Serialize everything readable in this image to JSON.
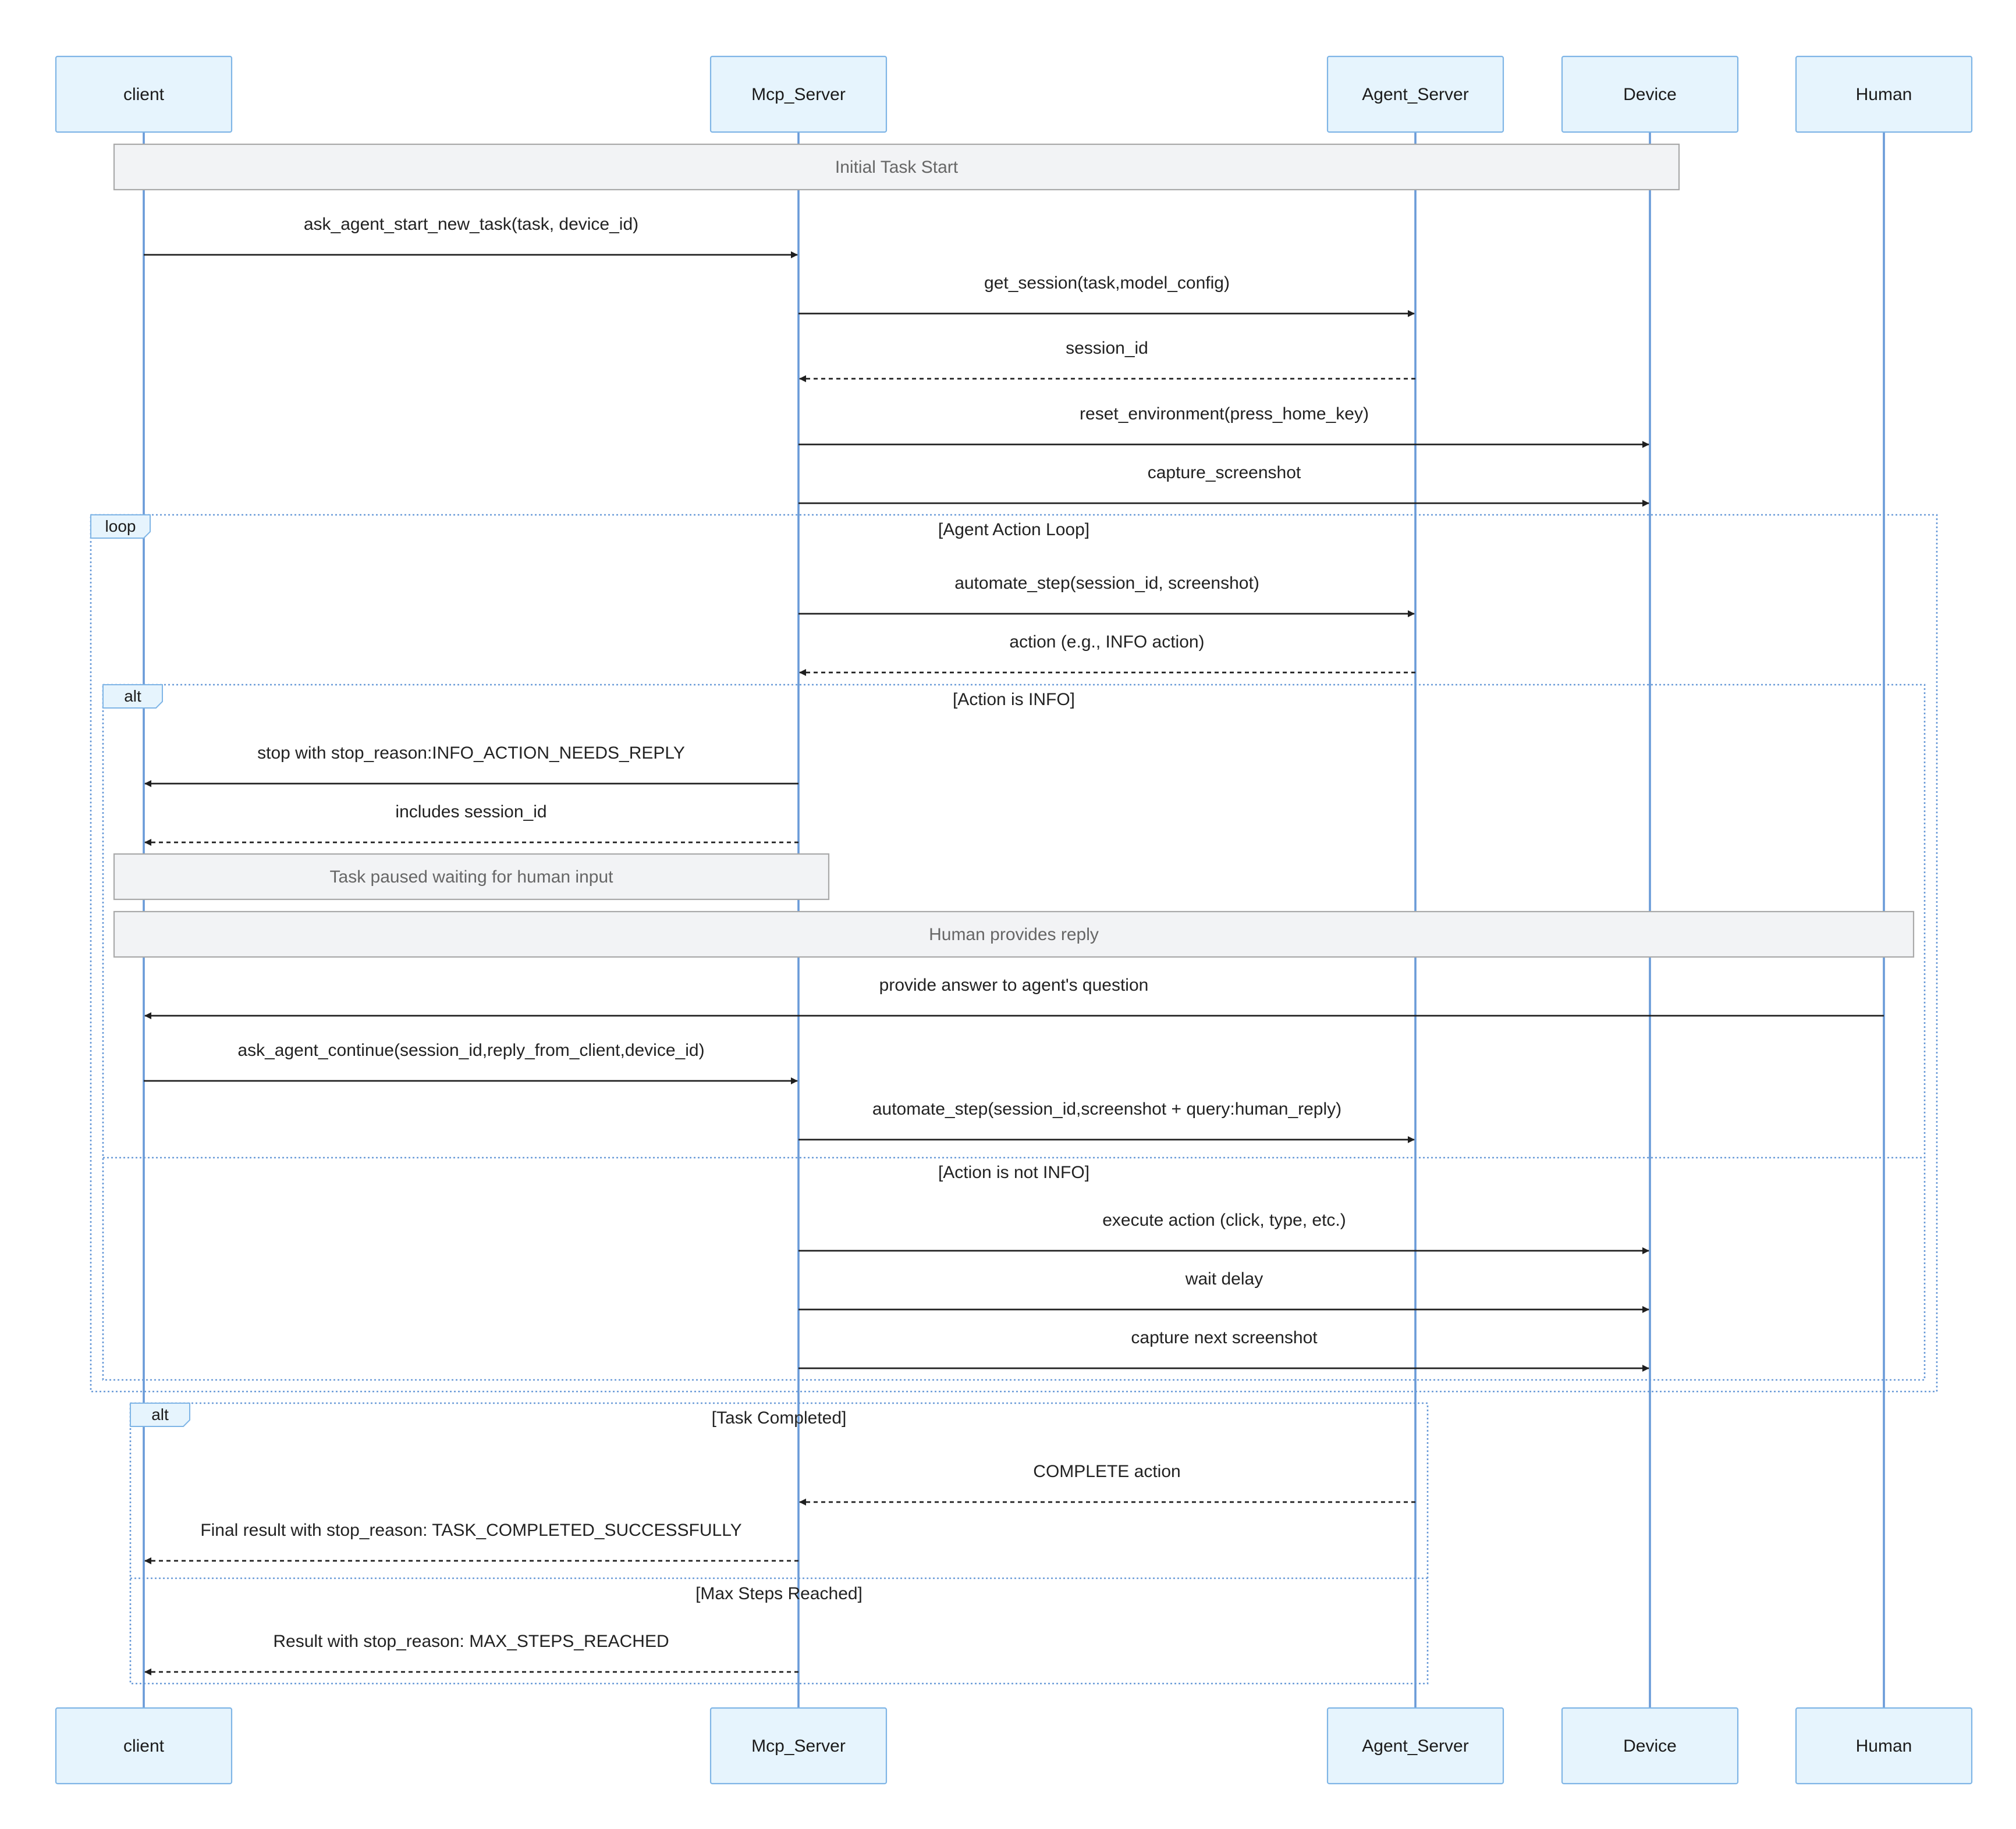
{
  "actors": [
    {
      "id": "client",
      "label": "client"
    },
    {
      "id": "mcp",
      "label": "Mcp_Server"
    },
    {
      "id": "agent",
      "label": "Agent_Server"
    },
    {
      "id": "device",
      "label": "Device"
    },
    {
      "id": "human",
      "label": "Human"
    }
  ],
  "notes": [
    {
      "id": "n1",
      "text": "Initial Task Start",
      "from": "client",
      "to": "device"
    },
    {
      "id": "n2",
      "text": "Task paused waiting for human input",
      "from": "client",
      "to": "mcp"
    },
    {
      "id": "n3",
      "text": "Human provides reply",
      "from": "client",
      "to": "human"
    }
  ],
  "messages": [
    {
      "id": "m1",
      "from": "client",
      "to": "mcp",
      "text": "ask_agent_start_new_task(task, device_id)",
      "dashed": false
    },
    {
      "id": "m2",
      "from": "mcp",
      "to": "agent",
      "text": "get_session(task,model_config)",
      "dashed": false
    },
    {
      "id": "m3",
      "from": "agent",
      "to": "mcp",
      "text": "session_id",
      "dashed": true
    },
    {
      "id": "m4",
      "from": "mcp",
      "to": "device",
      "text": "reset_environment(press_home_key)",
      "dashed": false
    },
    {
      "id": "m5",
      "from": "mcp",
      "to": "device",
      "text": "capture_screenshot",
      "dashed": false
    },
    {
      "id": "m6",
      "from": "mcp",
      "to": "agent",
      "text": "automate_step(session_id, screenshot)",
      "dashed": false
    },
    {
      "id": "m7",
      "from": "agent",
      "to": "mcp",
      "text": "action (e.g., INFO action)",
      "dashed": true
    },
    {
      "id": "m8",
      "from": "mcp",
      "to": "client",
      "text": "stop with stop_reason:INFO_ACTION_NEEDS_REPLY",
      "dashed": false
    },
    {
      "id": "m9",
      "from": "mcp",
      "to": "client",
      "text": "includes session_id",
      "dashed": true
    },
    {
      "id": "m10",
      "from": "human",
      "to": "client",
      "text": "provide answer to agent's question",
      "dashed": false
    },
    {
      "id": "m11",
      "from": "client",
      "to": "mcp",
      "text": "ask_agent_continue(session_id,reply_from_client,device_id)",
      "dashed": false
    },
    {
      "id": "m12",
      "from": "mcp",
      "to": "agent",
      "text": "automate_step(session_id,screenshot + query:human_reply)",
      "dashed": false
    },
    {
      "id": "m13",
      "from": "mcp",
      "to": "device",
      "text": "execute action (click, type, etc.)",
      "dashed": false
    },
    {
      "id": "m14",
      "from": "mcp",
      "to": "device",
      "text": "wait delay",
      "dashed": false
    },
    {
      "id": "m15",
      "from": "mcp",
      "to": "device",
      "text": "capture next screenshot",
      "dashed": false
    },
    {
      "id": "m16",
      "from": "agent",
      "to": "mcp",
      "text": "COMPLETE action",
      "dashed": true
    },
    {
      "id": "m17",
      "from": "mcp",
      "to": "client",
      "text": "Final result with stop_reason: TASK_COMPLETED_SUCCESSFULLY",
      "dashed": true
    },
    {
      "id": "m18",
      "from": "mcp",
      "to": "client",
      "text": "Result with stop_reason: MAX_STEPS_REACHED",
      "dashed": true
    }
  ],
  "frames": [
    {
      "id": "f_loop",
      "kind": "loop",
      "conditions": [
        "[Agent Action Loop]"
      ]
    },
    {
      "id": "f_alt1",
      "kind": "alt",
      "conditions": [
        "[Action is INFO]",
        "[Action is not INFO]"
      ]
    },
    {
      "id": "f_alt2",
      "kind": "alt",
      "conditions": [
        "[Task Completed]",
        "[Max Steps Reached]"
      ]
    }
  ]
}
